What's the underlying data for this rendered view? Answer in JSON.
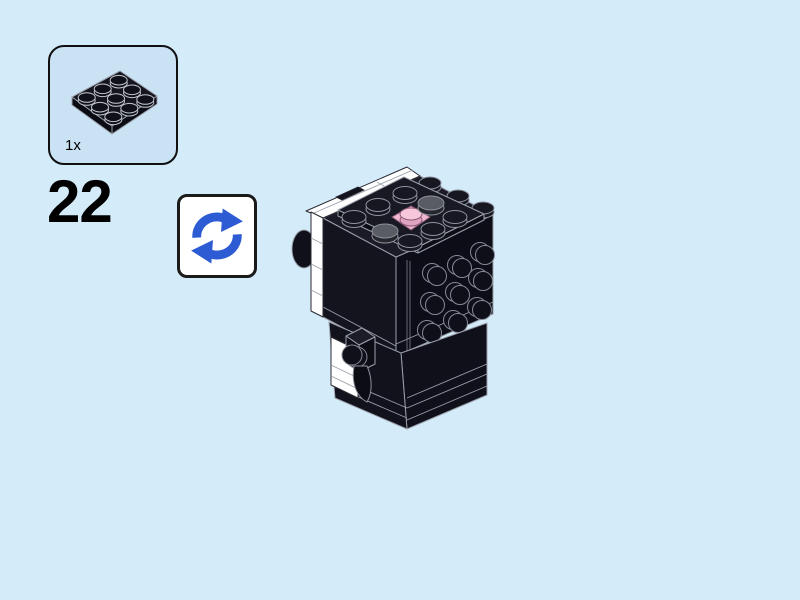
{
  "page": {
    "background_color": "#d4ebfa",
    "kind": "lego-building-instruction-step"
  },
  "parts_callout": {
    "count_label": "1x",
    "part": "plate-3x3-black",
    "box_fill": "#c9e2f4",
    "border_color": "#101010"
  },
  "step": {
    "number": "22"
  },
  "rotate_indicator": {
    "icon": "rotate-arrows-icon",
    "arrow_color": "#2d5bd4",
    "background": "#ffffff",
    "border_color": "#1a1a1a"
  },
  "model": {
    "name": "brickheadz-figure-in-progress",
    "colors": {
      "black": "#12121c",
      "white": "#ffffff",
      "pink": "#f0b7d1",
      "dark_gray": "#5a5c63",
      "edge_line": "#9aa0ab"
    }
  }
}
